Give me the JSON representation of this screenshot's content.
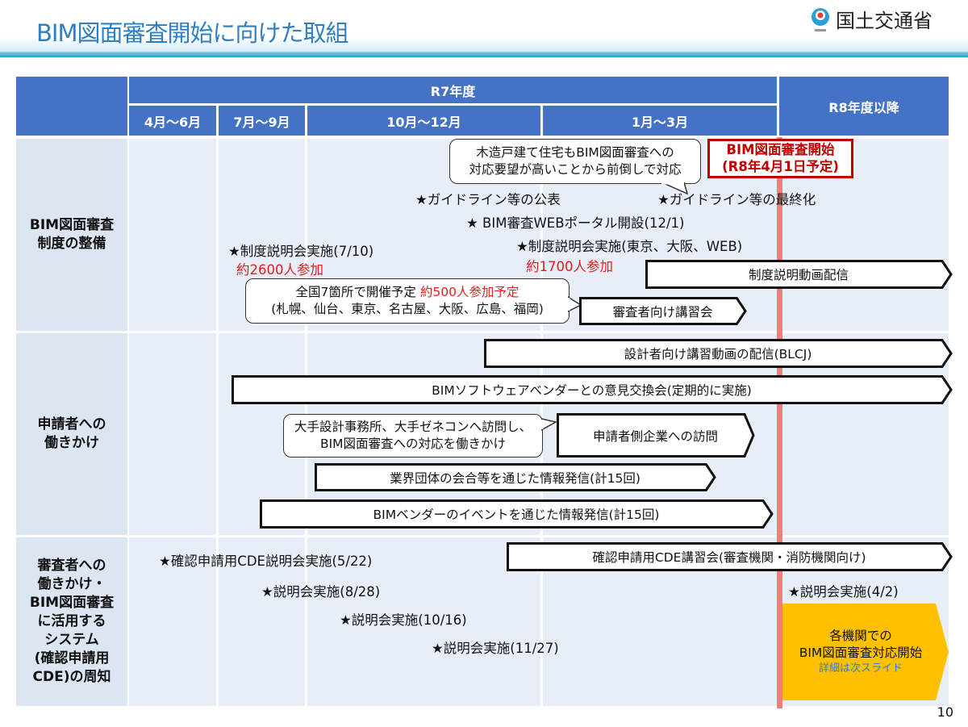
{
  "header": {
    "title": "BIM図面審査開始に向けた取組",
    "logo_text": "国土交通省"
  },
  "table": {
    "year_r7": "R7年度",
    "year_r8": "R8年度以降",
    "quarters": [
      "4月～6月",
      "7月～9月",
      "10月～12月",
      "1月～3月"
    ],
    "rows": [
      "BIM図面審査\n制度の整備",
      "申請者への\n働きかけ",
      "審査者への\n働きかけ・\nBIM図面審査\nに活用する\nシステム\n(確認申請用\nCDE)の周知"
    ]
  },
  "row1": {
    "callout_line1": "木造戸建て住宅もBIM図面審査への",
    "callout_line2": "対応要望が高いことから前倒しで対応",
    "start_line1": "BIM図面審査開始",
    "start_line2": "(R8年4月1日予定)",
    "guideline_pub": "★ガイドライン等の公表",
    "guideline_final": "★ガイドライン等の最終化",
    "portal": "★ BIM審査WEBポータル開設(12/1)",
    "briefing_1": "★制度説明会実施(7/10)",
    "briefing_1_attend": "約2600人参加",
    "briefing_2": "★制度説明会実施(東京、大阪、WEB)",
    "briefing_2_attend": "約1700人参加",
    "video": "制度説明動画配信",
    "nation_line1a": "全国7箇所で開催予定 ",
    "nation_line1b": "約500人参加予定",
    "nation_line2": "(札幌、仙台、東京、名古屋、大阪、広島、福岡)",
    "training": "審査者向け講習会"
  },
  "row2": {
    "blcj": "設計者向け講習動画の配信(BLCJ)",
    "vendor_exchange": "BIMソフトウェアベンダーとの意見交換会(定期的に実施)",
    "callout_line1": "大手設計事務所、大手ゼネコンへ訪問し、",
    "callout_line2": "BIM図面審査への対応を働きかけ",
    "visit": "申請者側企業への訪問",
    "industry": "業界団体の会合等を通じた情報発信(計15回)",
    "vendor_events": "BIMベンダーのイベントを通じた情報発信(計15回)"
  },
  "row3": {
    "cde_briefing": "★確認申請用CDE説明会実施(5/22)",
    "s1": "★説明会実施(8/28)",
    "s2": "★説明会実施(10/16)",
    "s3": "★説明会実施(11/27)",
    "s4": "★説明会実施(4/2)",
    "cde_training": "確認申請用CDE講習会(審査機関・消防機関向け)",
    "yellow_line1": "各機関での",
    "yellow_line2": "BIM図面審査対応開始",
    "yellow_line3": "詳細は次スライド"
  },
  "page_number": "10",
  "colors": {
    "header_blue": "#4472c4",
    "red": "#c00000",
    "yellow": "#ffc000",
    "redline": "#f47c7c"
  }
}
